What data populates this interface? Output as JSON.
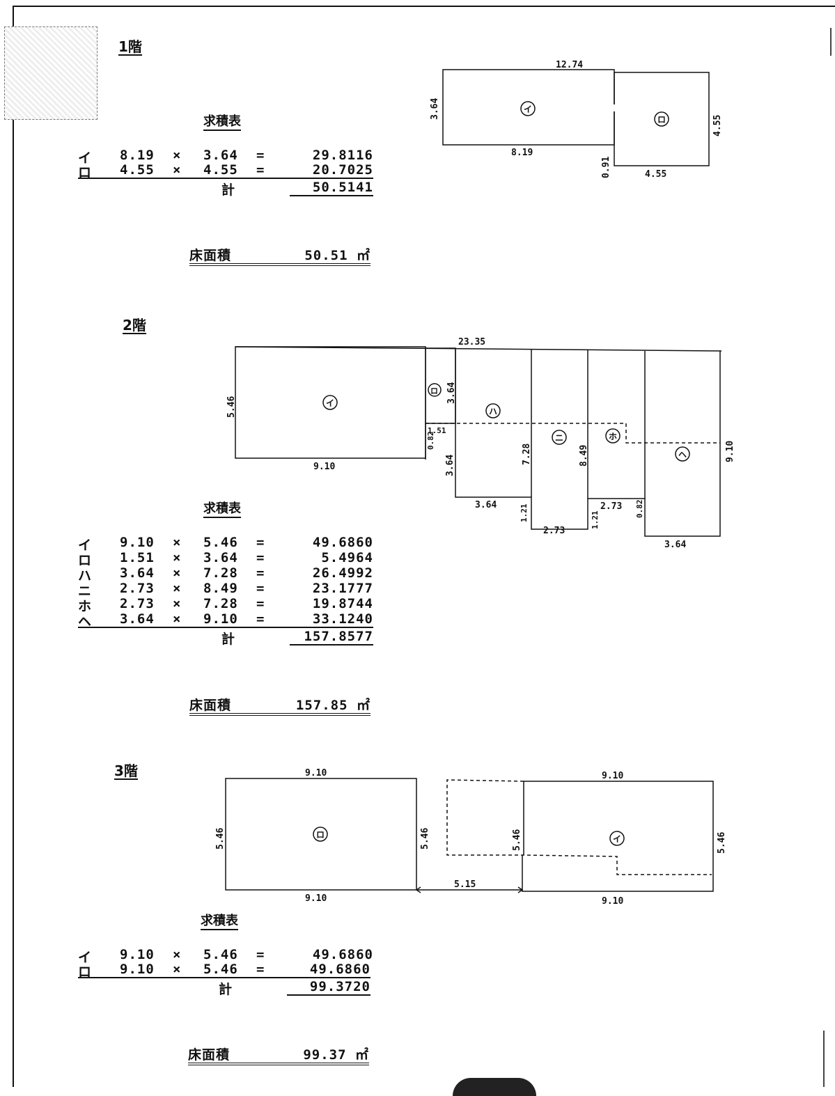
{
  "floors": [
    {
      "label": "1階",
      "table_header": "求積表",
      "rows": [
        {
          "symbol": "イ",
          "a": "8.19",
          "op": "×",
          "b": "3.64",
          "eq": "=",
          "result": "29.8116"
        },
        {
          "symbol": "ロ",
          "a": "4.55",
          "op": "×",
          "b": "4.55",
          "eq": "=",
          "result": "20.7025"
        }
      ],
      "total_label": "計",
      "total": "50.5141",
      "area_label": "床面積",
      "area": "50.51 ㎡"
    },
    {
      "label": "2階",
      "table_header": "求積表",
      "rows": [
        {
          "symbol": "イ",
          "a": "9.10",
          "op": "×",
          "b": "5.46",
          "eq": "=",
          "result": "49.6860"
        },
        {
          "symbol": "ロ",
          "a": "1.51",
          "op": "×",
          "b": "3.64",
          "eq": "=",
          "result": "5.4964"
        },
        {
          "symbol": "ハ",
          "a": "3.64",
          "op": "×",
          "b": "7.28",
          "eq": "=",
          "result": "26.4992"
        },
        {
          "symbol": "ニ",
          "a": "2.73",
          "op": "×",
          "b": "8.49",
          "eq": "=",
          "result": "23.1777"
        },
        {
          "symbol": "ホ",
          "a": "2.73",
          "op": "×",
          "b": "7.28",
          "eq": "=",
          "result": "19.8744"
        },
        {
          "symbol": "ヘ",
          "a": "3.64",
          "op": "×",
          "b": "9.10",
          "eq": "=",
          "result": "33.1240"
        }
      ],
      "total_label": "計",
      "total": "157.8577",
      "area_label": "床面積",
      "area": "157.85 ㎡"
    },
    {
      "label": "3階",
      "table_header": "求積表",
      "rows": [
        {
          "symbol": "イ",
          "a": "9.10",
          "op": "×",
          "b": "5.46",
          "eq": "=",
          "result": "49.6860"
        },
        {
          "symbol": "ロ",
          "a": "9.10",
          "op": "×",
          "b": "5.46",
          "eq": "=",
          "result": "49.6860"
        }
      ],
      "total_label": "計",
      "total": "99.3720",
      "area_label": "床面積",
      "area": "99.37 ㎡"
    }
  ],
  "diagram1": {
    "overall_width": "12.74",
    "dim_i_height": "3.64",
    "dim_i_width": "8.19",
    "dim_offset": "0.91",
    "dim_ro_width": "4.55",
    "dim_ro_height": "4.55",
    "sym_i": "イ",
    "sym_ro": "ロ"
  },
  "diagram2": {
    "overall_width": "23.35",
    "dim_i_height": "5.46",
    "dim_i_width": "9.10",
    "dim_ro_width": "1.51",
    "dim_ro_height": "3.64",
    "dim_082": "0.82",
    "dim_364_v": "3.64",
    "dim_ha_width": "3.64",
    "dim_ha_height": "7.28",
    "dim_121_a": "1.21",
    "dim_ni_width": "2.73",
    "dim_ni_height": "8.49",
    "dim_121_b": "1.21",
    "dim_ho_width": "2.73",
    "dim_082_b": "0.82",
    "dim_he_width": "3.64",
    "dim_he_height": "9.10",
    "sym_i": "イ",
    "sym_ro": "ロ",
    "sym_ha": "ハ",
    "sym_ni": "ニ",
    "sym_ho": "ホ",
    "sym_he": "ヘ"
  },
  "diagram3": {
    "ro_top": "9.10",
    "ro_bottom": "9.10",
    "ro_left": "5.46",
    "ro_right": "5.46",
    "gap": "5.15",
    "i_top": "9.10",
    "i_bottom": "9.10",
    "i_left": "5.46",
    "i_right": "5.46",
    "sym_ro": "ロ",
    "sym_i": "イ"
  }
}
